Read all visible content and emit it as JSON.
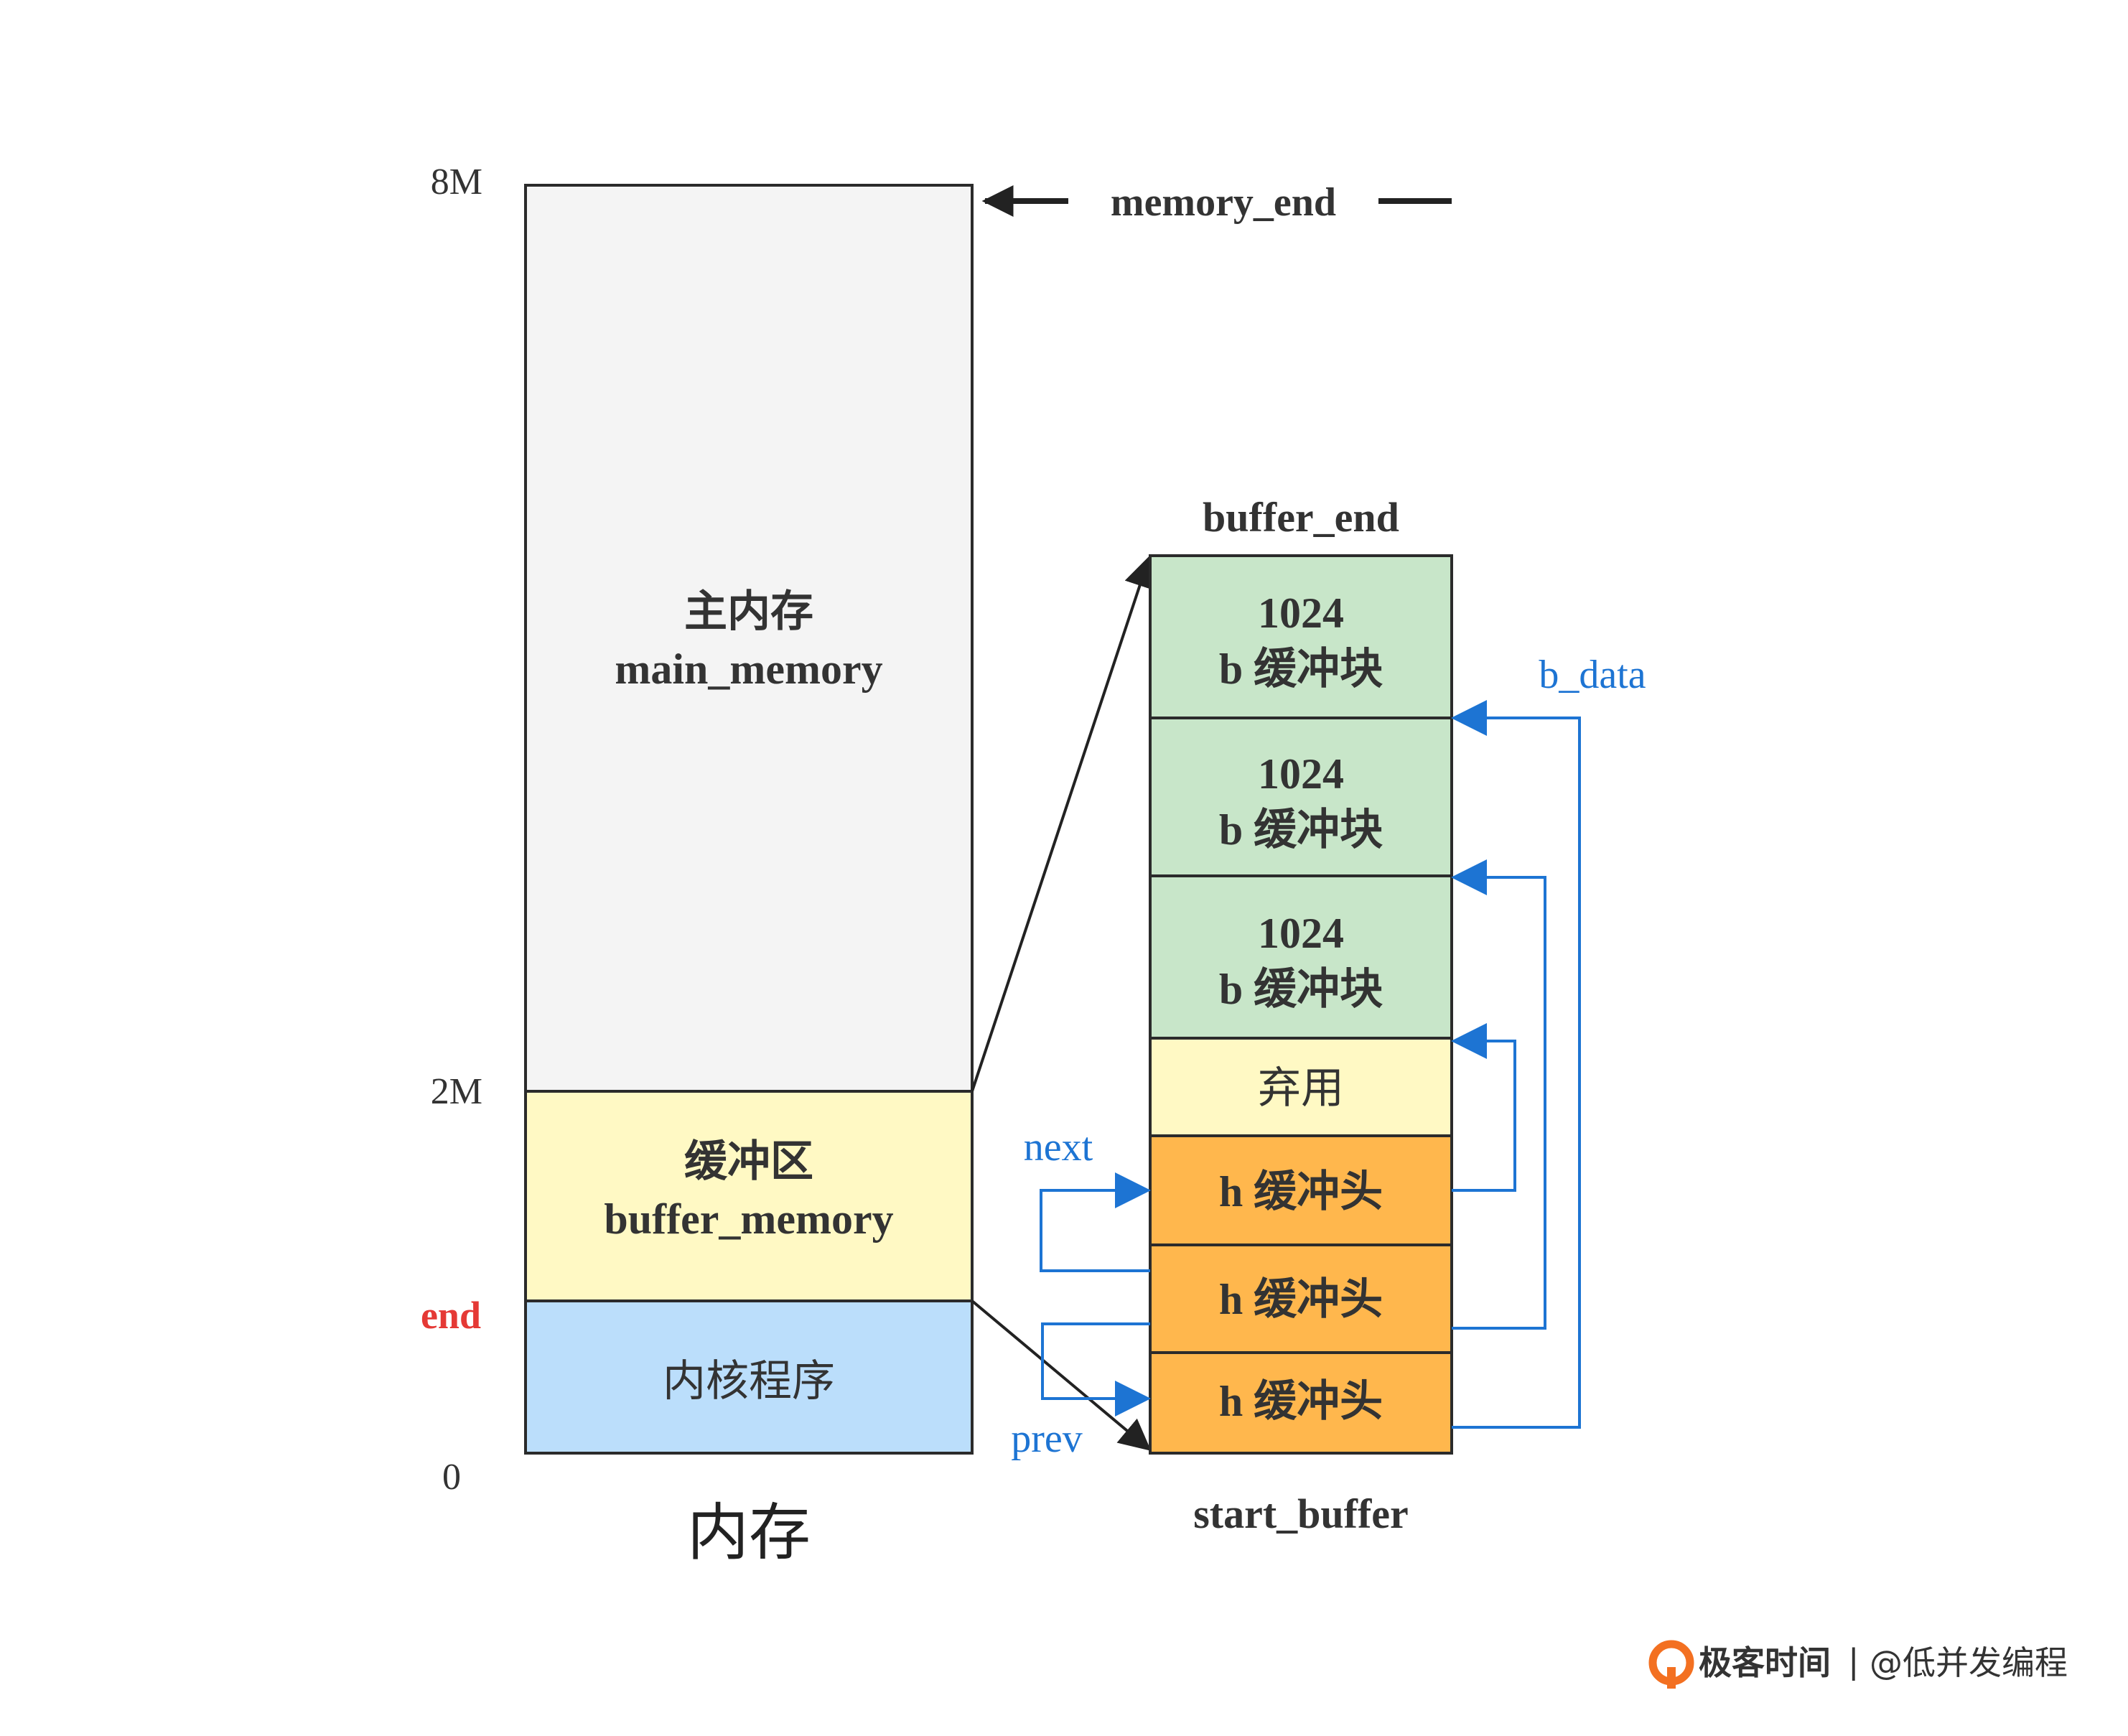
{
  "memory": {
    "caption": "内存",
    "ticks": {
      "top": "8M",
      "mid": "2M",
      "bottom": "0"
    },
    "end_label": "end",
    "memory_end_label": "memory_end",
    "regions": {
      "main": {
        "line1": "主内存",
        "line2": "main_memory",
        "color": "#f4f4f4"
      },
      "buffer": {
        "line1": "缓冲区",
        "line2": "buffer_memory",
        "color": "#fff9c4"
      },
      "kernel": {
        "line1": "内核程序",
        "color": "#bbdefb"
      }
    }
  },
  "buffer": {
    "top_label": "buffer_end",
    "bottom_label": "start_buffer",
    "blocks": [
      {
        "line1": "1024",
        "line2": "b 缓冲块"
      },
      {
        "line1": "1024",
        "line2": "b 缓冲块"
      },
      {
        "line1": "1024",
        "line2": "b 缓冲块"
      }
    ],
    "waste": "弃用",
    "heads": [
      "h 缓冲头",
      "h 缓冲头",
      "h 缓冲头"
    ],
    "colors": {
      "block": "#c8e6c9",
      "waste": "#fff9c4",
      "head": "#ffb74d"
    },
    "link_labels": {
      "b_data": "b_data",
      "next": "next",
      "prev": "prev"
    },
    "link_color": "#1d74d3"
  },
  "watermark": {
    "brand": "极客时间",
    "separator": "|",
    "author": "@低并发编程",
    "brand_color": "#f37021"
  }
}
